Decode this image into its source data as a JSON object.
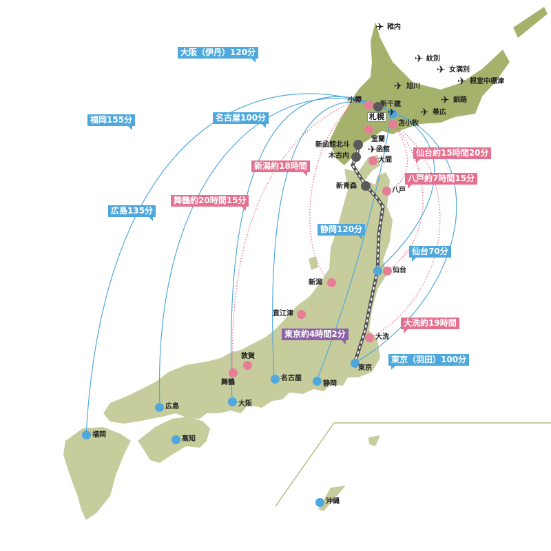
{
  "map": {
    "colors": {
      "land": "#c6cc9c",
      "hokkaido": "#a5b26c",
      "air": "#4fa8dc",
      "ferry": "#e4718f",
      "rail": "#8e62a8"
    },
    "air_route_tags": [
      {
        "id": "osaka-itami",
        "label": "大阪（伊丹）120分"
      },
      {
        "id": "fukuoka",
        "label": "福岡155分"
      },
      {
        "id": "nagoya",
        "label": "名古屋100分"
      },
      {
        "id": "hiroshima",
        "label": "広島135分"
      },
      {
        "id": "shizuoka",
        "label": "静岡120分"
      },
      {
        "id": "sendai",
        "label": "仙台70分"
      },
      {
        "id": "tokyo-haneda",
        "label": "東京（羽田）100分"
      }
    ],
    "ferry_route_tags": [
      {
        "id": "niigata",
        "label": "新潟約18時間"
      },
      {
        "id": "maizuru",
        "label": "舞鶴約20時間15分"
      },
      {
        "id": "sendai-ferry",
        "label": "仙台約15時間20分"
      },
      {
        "id": "hachinohe",
        "label": "八戸約7時間15分"
      },
      {
        "id": "oarai",
        "label": "大洗約19時間"
      }
    ],
    "rail_route_tags": [
      {
        "id": "tokyo-rail",
        "label": "東京約4時間2分"
      }
    ],
    "hokkaido_airports": [
      "稚内",
      "紋別",
      "女満別",
      "旭川",
      "根室中標津",
      "釧路",
      "帯広",
      "新千歳",
      "函館"
    ],
    "cities": {
      "otaru": "小樽",
      "sapporo": "札幌",
      "shinchitose": "新千歳",
      "tomakomai": "苫小牧",
      "muroran": "室蘭",
      "shinhakodate": "新函館北斗",
      "kikonai": "木古内",
      "hakodate": "函館",
      "oma": "大間",
      "shinaomori": "新青森",
      "hachinohe": "八戸",
      "sendai": "仙台",
      "niigata": "新潟",
      "naoetsu": "直江津",
      "oarai": "大洗",
      "tokyo": "東京",
      "shizuoka": "静岡",
      "nagoya": "名古屋",
      "tsuruga": "敦賀",
      "maizuru": "舞鶴",
      "osaka": "大阪",
      "hiroshima": "広島",
      "kochi": "高知",
      "fukuoka": "福岡",
      "okinawa": "沖縄"
    }
  }
}
